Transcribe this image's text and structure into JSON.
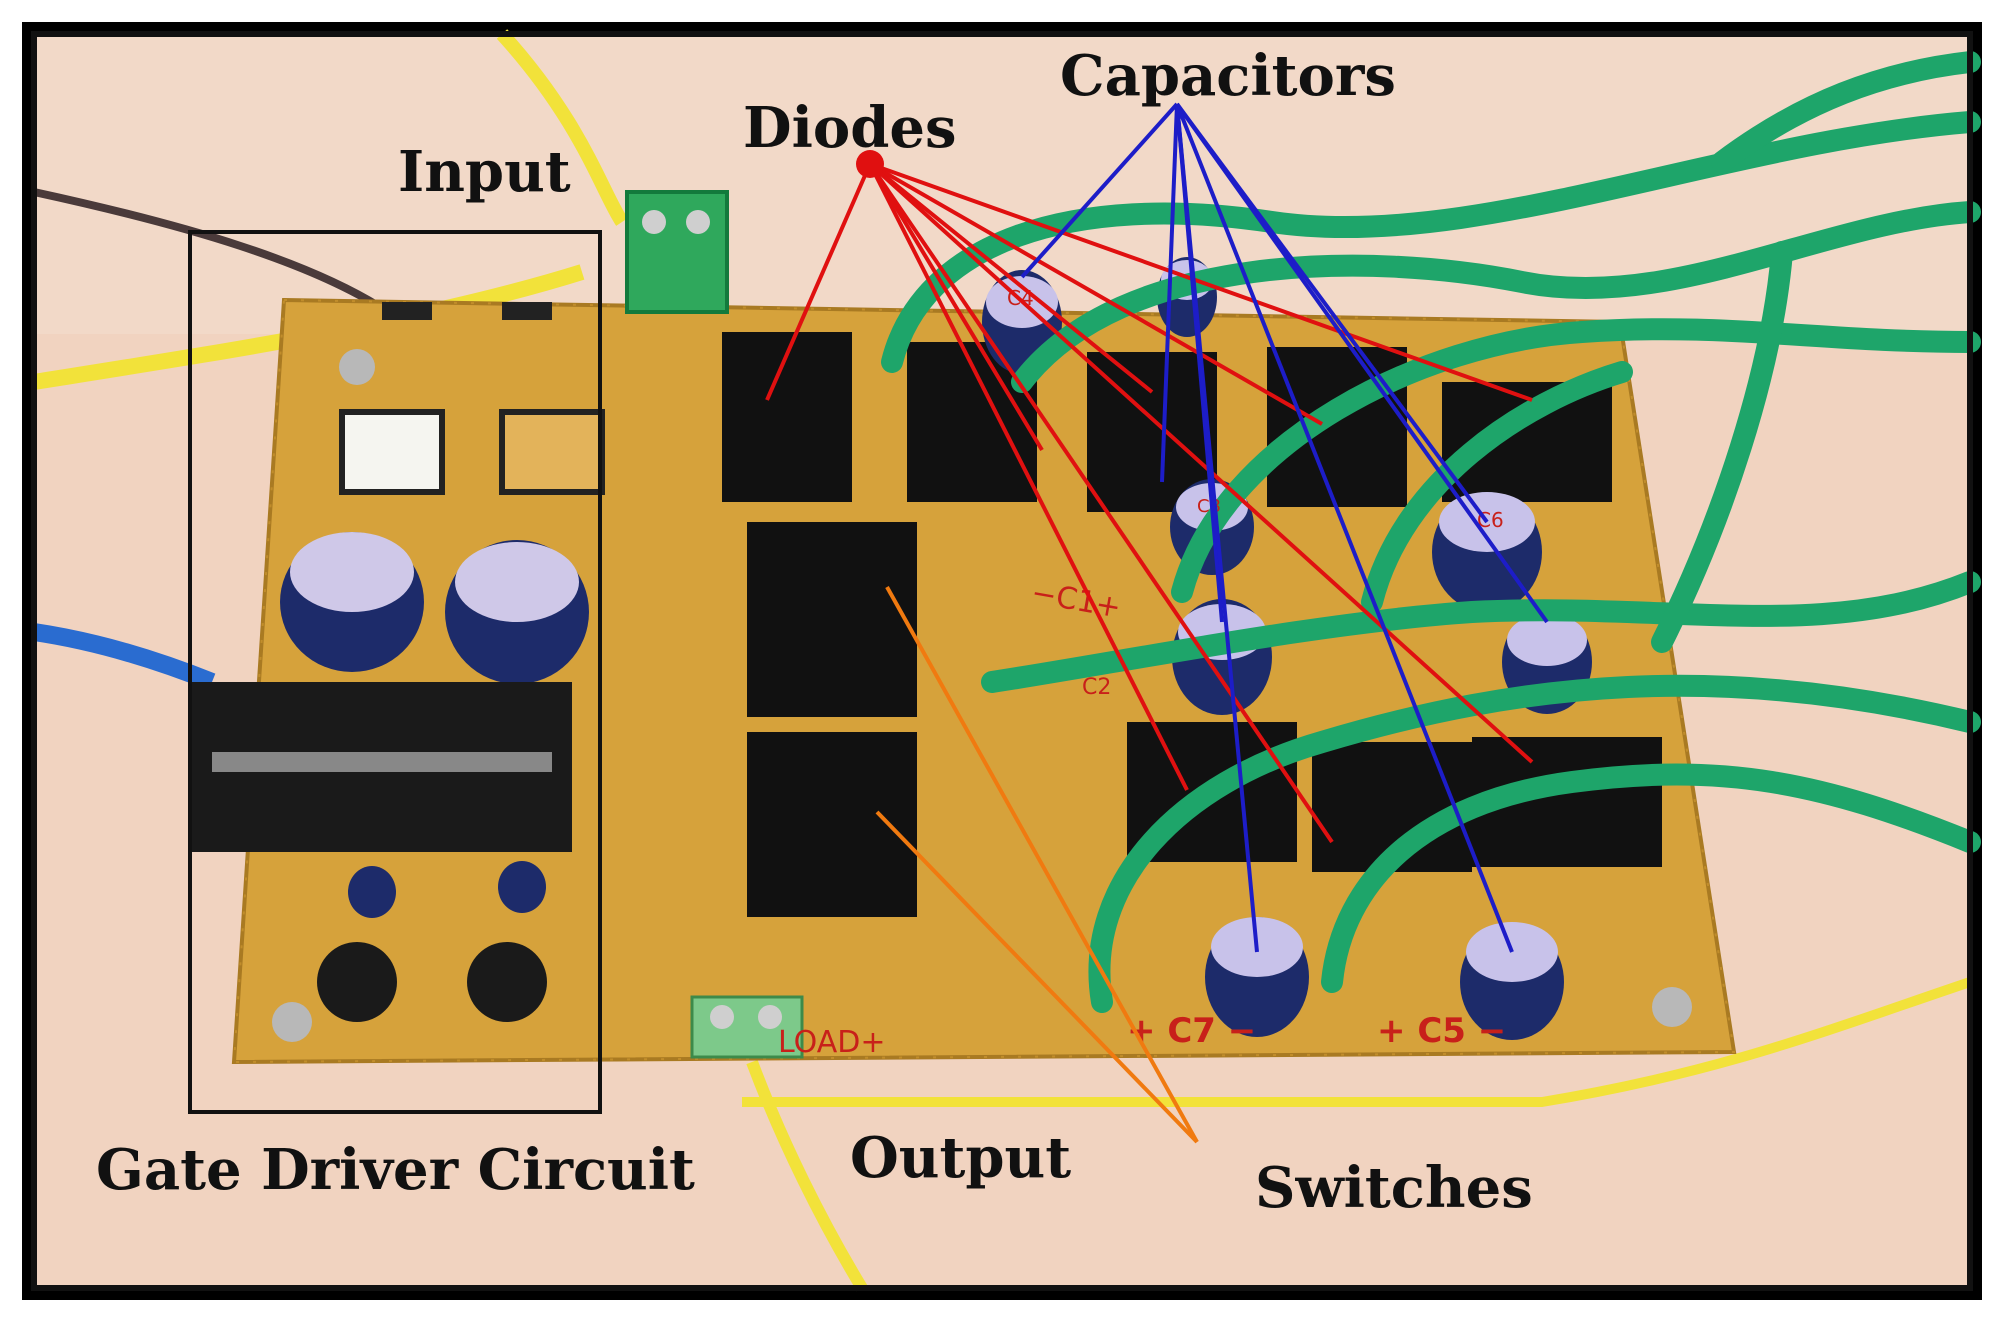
{
  "figure": {
    "labels": {
      "capacitors": "Capacitors",
      "diodes": "Diodes",
      "input": "Input",
      "gate_driver": "Gate Driver Circuit",
      "output": "Output",
      "switches": "Switches"
    },
    "board_marks": {
      "load": "LOAD+",
      "c7": "+ C7 −",
      "c5": "+ C5 −",
      "c1": "−C1+",
      "c2": "C2",
      "c4": "C4",
      "c6": "C6",
      "c3": "C3"
    },
    "colors": {
      "background": "#f1d3c0",
      "pcb": "#d6a23b",
      "wire_green": "#1ea56a",
      "wire_yellow": "#f2e23a",
      "diode_leader": "#e01010",
      "capacitor_leader": "#1d1dc8",
      "switch_leader": "#f07a10",
      "frame": "#000000"
    }
  }
}
